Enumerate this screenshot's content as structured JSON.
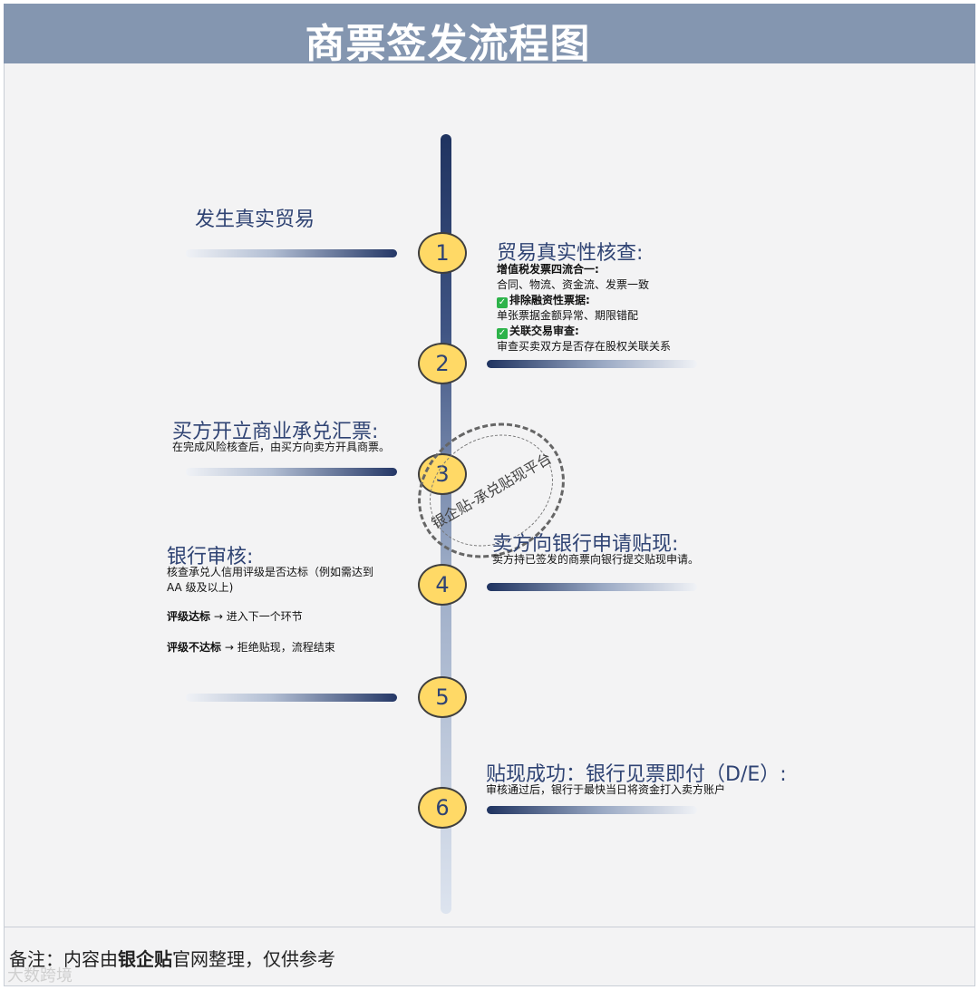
{
  "title": "商票签发流程图",
  "nodes": [
    "1",
    "2",
    "3",
    "4",
    "5",
    "6"
  ],
  "steps": {
    "trade": {
      "heading": "发生真实贸易"
    },
    "verify": {
      "heading": "贸易真实性核查:",
      "item1_title": "增值税发票四流合一:",
      "item1_text": "合同、物流、资金流、发票一致",
      "item2_title": "排除融资性票据:",
      "item2_text": "单张票据金额异常、期限错配",
      "item3_title": "关联交易审查:",
      "item3_text": "审查买卖双方是否存在股权关联关系"
    },
    "issue": {
      "heading": "买方开立商业承兑汇票:",
      "text": "在完成风险核查后，由买方向卖方开具商票。"
    },
    "discount_apply": {
      "heading": "卖方向银行申请贴现:",
      "text": "卖方持已签发的商票向银行提交贴现申请。"
    },
    "bank_review": {
      "heading": "银行审核:",
      "text1": "核查承兑人信用评级是否达标（例如需达到",
      "text2": "AA 级及以上)",
      "pass_label": "评级达标",
      "pass_arrow": "→",
      "pass_text": "进入下一个环节",
      "fail_label": "评级不达标",
      "fail_arrow": "→",
      "fail_text": "拒绝贴现，流程结束"
    },
    "success": {
      "heading": "贴现成功：银行见票即付（D/E）:",
      "text": "审核通过后，银行于最快当日将资金打入卖方账户"
    }
  },
  "stamp_text": "银企贴-承兑贴现平台",
  "footer": {
    "prefix": "备注：内容由",
    "brand": "银企贴",
    "suffix": "官网整理，仅供参考"
  },
  "watermark": "大数跨境",
  "icons": {
    "check": "check-icon"
  },
  "colors": {
    "title_bar": "#8496b0",
    "node_fill": "#ffd966",
    "heading": "#2f4373",
    "check": "#2db34a"
  }
}
